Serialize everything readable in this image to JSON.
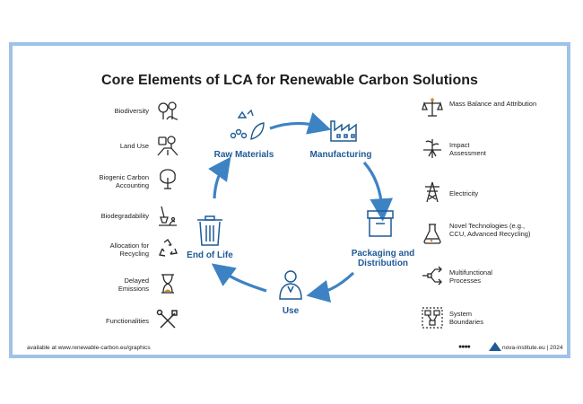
{
  "title": "Core Elements of LCA for Renewable Carbon Solutions",
  "cycle": [
    {
      "label": "Raw Materials",
      "icon": "leaf-molecule-icon"
    },
    {
      "label": "Manufacturing",
      "icon": "factory-icon"
    },
    {
      "label": "Packaging and Distribution",
      "icon": "box-icon"
    },
    {
      "label": "Use",
      "icon": "user-icon"
    },
    {
      "label": "End of Life",
      "icon": "trash-bin-icon"
    }
  ],
  "left_items": [
    {
      "label": "Biodiversity",
      "icon": "trees-animal-icon"
    },
    {
      "label": "Land Use",
      "icon": "field-road-icon"
    },
    {
      "label": "Biogenic Carbon Accounting",
      "icon": "tree-icon"
    },
    {
      "label": "Biodegradability",
      "icon": "shovel-soil-icon"
    },
    {
      "label": "Allocation for Recycling",
      "icon": "recycle-icon"
    },
    {
      "label": "Delayed Emissions",
      "icon": "hourglass-icon"
    },
    {
      "label": "Functionalities",
      "icon": "tools-icon"
    }
  ],
  "right_items": [
    {
      "label": "Mass Balance and Attribution",
      "icon": "balance-scale-icon"
    },
    {
      "label": "Impact Assessment",
      "icon": "plant-roots-icon"
    },
    {
      "label": "Electricity",
      "icon": "power-pylon-icon"
    },
    {
      "label": "Novel Technologies (e.g., CCU, Advanced Recycling)",
      "icon": "flask-icon"
    },
    {
      "label": "Multifunctional Processes",
      "icon": "branching-arrows-icon"
    },
    {
      "label": "System Boundaries",
      "icon": "boundary-nodes-icon"
    }
  ],
  "footer": {
    "source": "available at www.renewable-carbon.eu/graphics",
    "credit": "nova-institute.eu | 2024"
  },
  "colors": {
    "accent": "#3d83c4",
    "label": "#1f5a96",
    "frame": "#9fc3e8",
    "icon": "#2a2a2a"
  }
}
